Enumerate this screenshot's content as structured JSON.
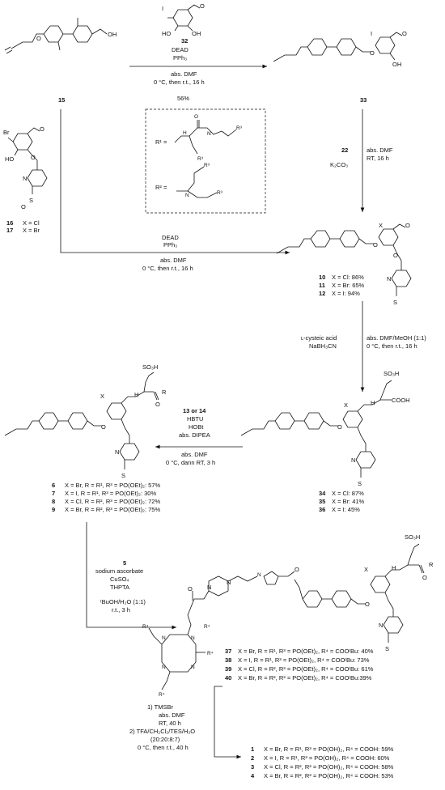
{
  "compounds": {
    "c32": "32",
    "c15": "15",
    "c33": "33",
    "c16": "16",
    "c17": "17",
    "c16_x": "X = Cl",
    "c17_x": "X = Br",
    "c22": "22",
    "c10": "10",
    "c11": "11",
    "c12": "12",
    "c10_d": "X = Cl: 86%",
    "c11_d": "X = Br: 65%",
    "c12_d": "X = I: 94%",
    "c34": "34",
    "c35": "35",
    "c36": "36",
    "c34_d": "X = Cl: 87%",
    "c35_d": "X = Br: 41%",
    "c36_d": "X = I: 45%",
    "c6": "6",
    "c7": "7",
    "c8": "8",
    "c9": "9",
    "c6_d": "X = Br, R = R¹, R³ = PO(OEt)₂: 57%",
    "c7_d": "X = I, R = R¹, R³ = PO(OEt)₂: 30%",
    "c8_d": "X = Cl, R = R², R³ = PO(OEt)₂: 72%",
    "c9_d": "X = Br, R = R², R³ = PO(OEt)₂: 75%",
    "c37": "37",
    "c38": "38",
    "c39": "39",
    "c40": "40",
    "c37_d": "X = Br, R = R¹, R³ = PO(OEt)₂, R⁴ = COOᵗBu: 40%",
    "c38_d": "X = I, R = R¹, R³ = PO(OEt)₂, R⁴ = COOᵗBu: 73%",
    "c39_d": "X = Cl, R = R², R³ = PO(OEt)₂, R⁴ = COOᵗBu: 61%",
    "c40_d": "X = Br, R = R², R³ = PO(OEt)₂, R⁴ = COOᵗBu:39%",
    "c1": "1",
    "c2": "2",
    "c3": "3",
    "c4": "4",
    "c1_d": "X = Br, R = R¹, R³ = PO(OH)₂, R⁴ = COOH: 59%",
    "c2_d": "X = I, R = R¹, R³ = PO(OH)₂, R⁴ = COOH: 60%",
    "c3_d": "X = Cl, R = R², R³ = PO(OH)₂, R⁴ = COOH: 58%",
    "c4_d": "X = Br, R = R², R³ = PO(OH)₂, R⁴ = COOH: 53%"
  },
  "reagents": {
    "r1_above": [
      "DEAD",
      "PPh₃"
    ],
    "r1_below": [
      "abs. DMF",
      "0 °C, then r.t., 16 h"
    ],
    "r1_yield": "56%",
    "r2_left": [
      "K₂CO₃"
    ],
    "r2_right": [
      "abs. DMF",
      "RT, 16 h"
    ],
    "r3_above": [
      "DEAD",
      "PPh₃"
    ],
    "r3_below": [
      "abs. DMF",
      "0 °C, then r.t., 16 h"
    ],
    "r4_left": [
      "ʟ-cysteic acid",
      "NaBH₃CN"
    ],
    "r4_right": [
      "abs. DMF/MeOH (1:1)",
      "0 °C, then r.t., 16 h"
    ],
    "r5_above_head": "13 or 14",
    "r5_above": [
      "HBTU",
      "HOBt",
      "abs. DIPEA"
    ],
    "r5_below": [
      "abs. DMF",
      "0 °C, dann RT, 3 h"
    ],
    "r6_left_head": "5",
    "r6_left": [
      "sodium ascorbate",
      "CuSO₄",
      "THPTA"
    ],
    "r6_left_below": [
      "ᵗBuOH/H₂O (1:1)",
      "r.t., 3 h"
    ],
    "r7": [
      "1) TMSBr",
      "abs. DMF",
      "RT, 40 h",
      "2) TFA/CH₂Cl₂/TES/H₂O",
      "(20:20:8:7)",
      "0 °C, then r.t., 40 h"
    ]
  },
  "atom_labels": {
    "O": "O",
    "OH": "OH",
    "HO": "HO",
    "I": "I",
    "Br": "Br",
    "X": "X",
    "N": "N",
    "S": "S",
    "H": "H",
    "COOH": "COOH",
    "SO3H": "SO₃H",
    "R": "R",
    "R1eq": "R¹ =",
    "R2eq": "R² =",
    "R3": "R³",
    "R4": "R⁴"
  }
}
